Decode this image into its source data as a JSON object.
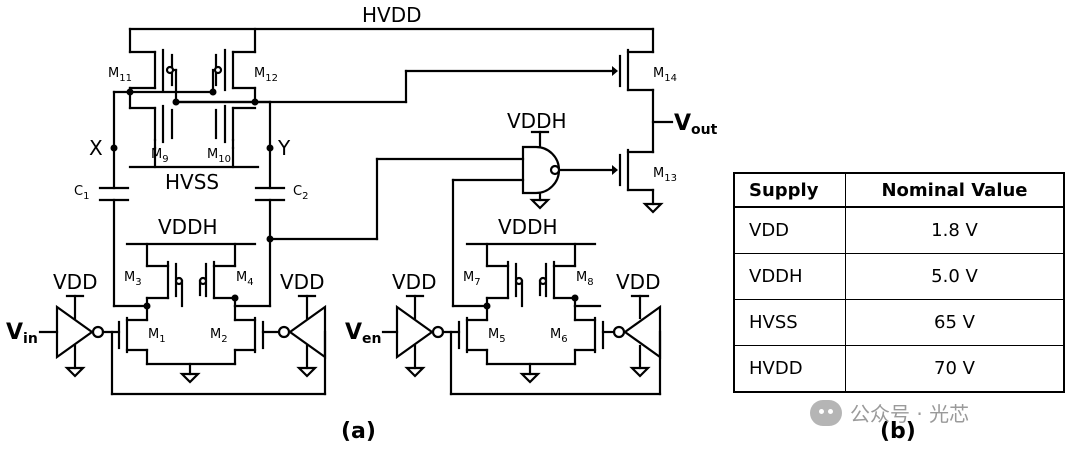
{
  "figure_a": {
    "caption": "(a)",
    "rails": {
      "hvdd": "HVDD",
      "hvss": "HVSS",
      "vddh_left": "VDDH",
      "vddh_right": "VDDH",
      "vddh_gate": "VDDH"
    },
    "inverter_supply": {
      "vdd_1": "VDD",
      "vdd_2": "VDD",
      "vdd_3": "VDD",
      "vdd_4": "VDD"
    },
    "nodes": {
      "x": "X",
      "y": "Y"
    },
    "inputs": {
      "vin": "V",
      "vin_sub": "in",
      "ven": "V",
      "ven_sub": "en"
    },
    "output": {
      "vout": "V",
      "vout_sub": "out"
    },
    "transistors": {
      "m1": {
        "n": "M",
        "s": "1"
      },
      "m2": {
        "n": "M",
        "s": "2"
      },
      "m3": {
        "n": "M",
        "s": "3"
      },
      "m4": {
        "n": "M",
        "s": "4"
      },
      "m5": {
        "n": "M",
        "s": "5"
      },
      "m6": {
        "n": "M",
        "s": "6"
      },
      "m7": {
        "n": "M",
        "s": "7"
      },
      "m8": {
        "n": "M",
        "s": "8"
      },
      "m9": {
        "n": "M",
        "s": "9"
      },
      "m10": {
        "n": "M",
        "s": "10"
      },
      "m11": {
        "n": "M",
        "s": "11"
      },
      "m12": {
        "n": "M",
        "s": "12"
      },
      "m13": {
        "n": "M",
        "s": "13"
      },
      "m14": {
        "n": "M",
        "s": "14"
      }
    },
    "capacitors": {
      "c1": {
        "n": "C",
        "s": "1"
      },
      "c2": {
        "n": "C",
        "s": "2"
      }
    }
  },
  "figure_b": {
    "caption": "(b)",
    "table": {
      "headers": [
        "Supply",
        "Nominal Value"
      ],
      "rows": [
        [
          "VDD",
          "1.8 V"
        ],
        [
          "VDDH",
          "5.0 V"
        ],
        [
          "HVSS",
          "65 V"
        ],
        [
          "HVDD",
          "70 V"
        ]
      ]
    }
  },
  "watermark": {
    "text": "公众号 · 光芯",
    "icon": "wechat-icon"
  }
}
